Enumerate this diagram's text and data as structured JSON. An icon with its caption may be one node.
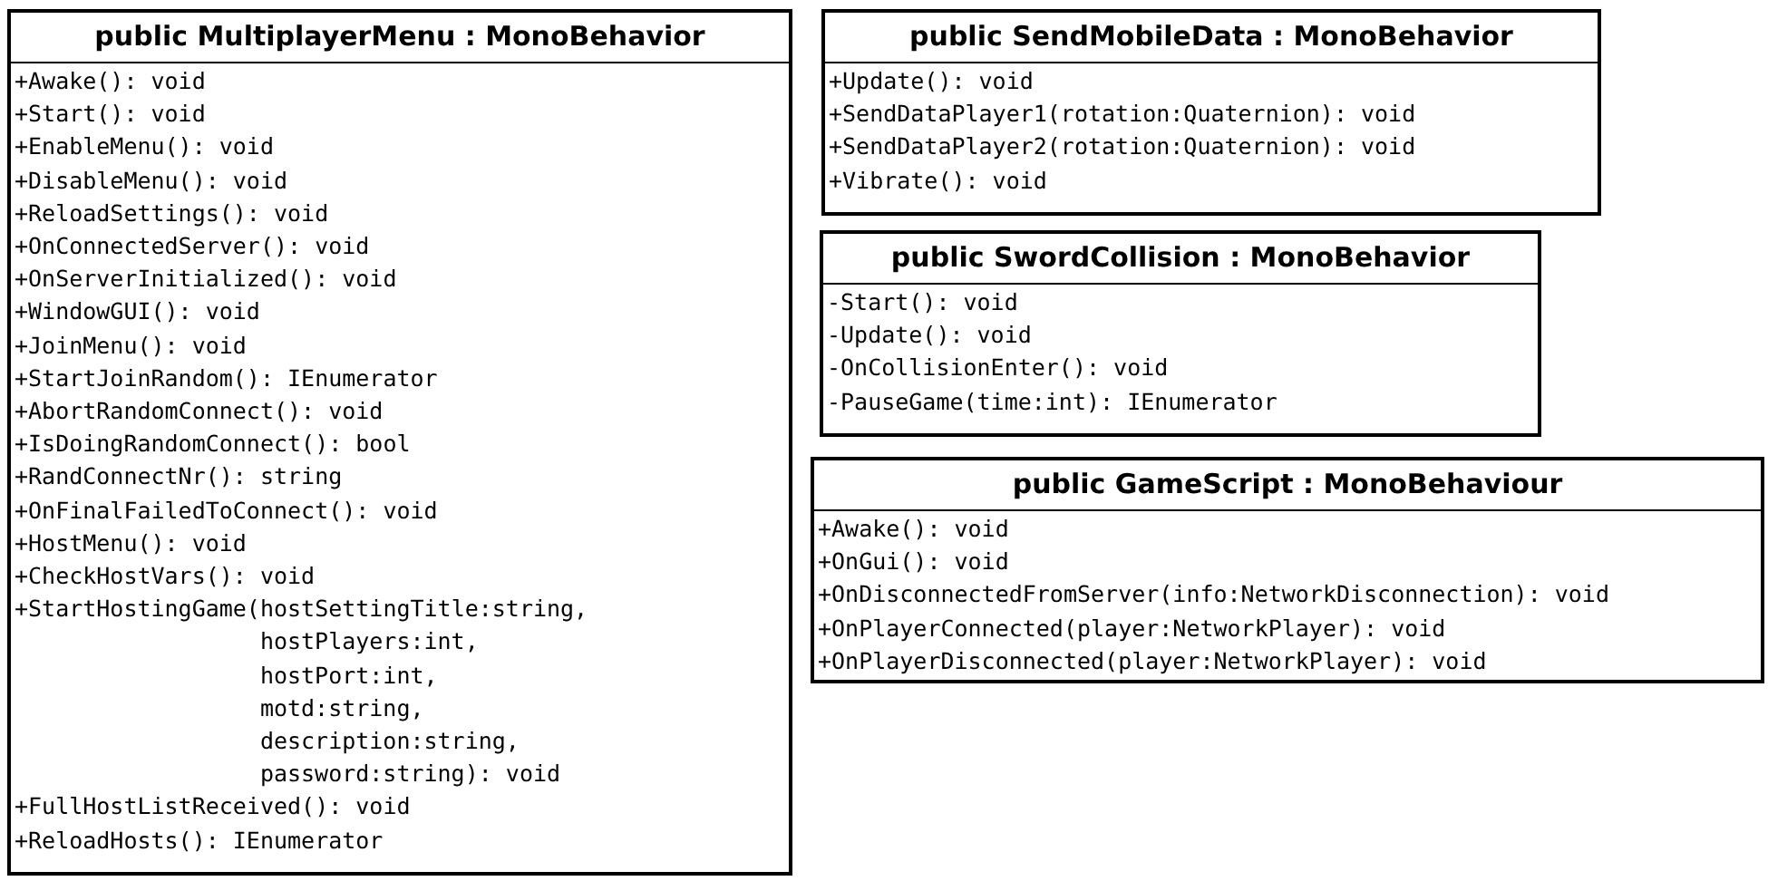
{
  "diagram": {
    "nodes": [
      {
        "text": [
          "public MultiplayerMenu : MonoBehavior",
          "+Awake(): void",
          "+Start(): void",
          "+EnableMenu(): void",
          "+DisableMenu(): void",
          "+ReloadSettings(): void",
          "+OnConnectedServer(): void",
          "+OnServerInitialized(): void",
          "+WindowGUI(): void",
          "+JoinMenu(): void",
          "+StartJoinRandom(): IEnumerator",
          "+AbortRandomConnect(): void",
          "+IsDoingRandomConnect(): bool",
          "+RandConnectNr(): string",
          "+OnFinalFailedToConnect(): void",
          "+HostMenu(): void",
          "+CheckHostVars(): void",
          "+StartHostingGame(hostSettingTitle:string, hostPlayers:int, hostPort:int, motd:string, description:string, password:string): void",
          "+FullHostListReceived(): void",
          "+ReloadHosts(): IEnumerator"
        ]
      },
      {
        "text": [
          "public SendMobileData : MonoBehavior",
          "+Update(): void",
          "+SendDataPlayer1(rotation:Quaternion): void",
          "+SendDataPlayer2(rotation:Quaternion): void",
          "+Vibrate(): void"
        ]
      },
      {
        "text": [
          "public SwordCollision : MonoBehavior",
          "-Start(): void",
          "-Update(): void",
          "-OnCollisionEnter(): void",
          "-PauseGame(time:int): IEnumerator"
        ]
      },
      {
        "text": [
          "public GameScript : MonoBehaviour",
          "+Awake(): void",
          "+OnGui(): void",
          "+OnDisconnectedFromServer(info:NetworkDisconnection): void",
          "+OnPlayerConnected(player:NetworkPlayer): void",
          "+OnPlayerDisconnected(player:NetworkPlayer): void"
        ]
      }
    ]
  }
}
